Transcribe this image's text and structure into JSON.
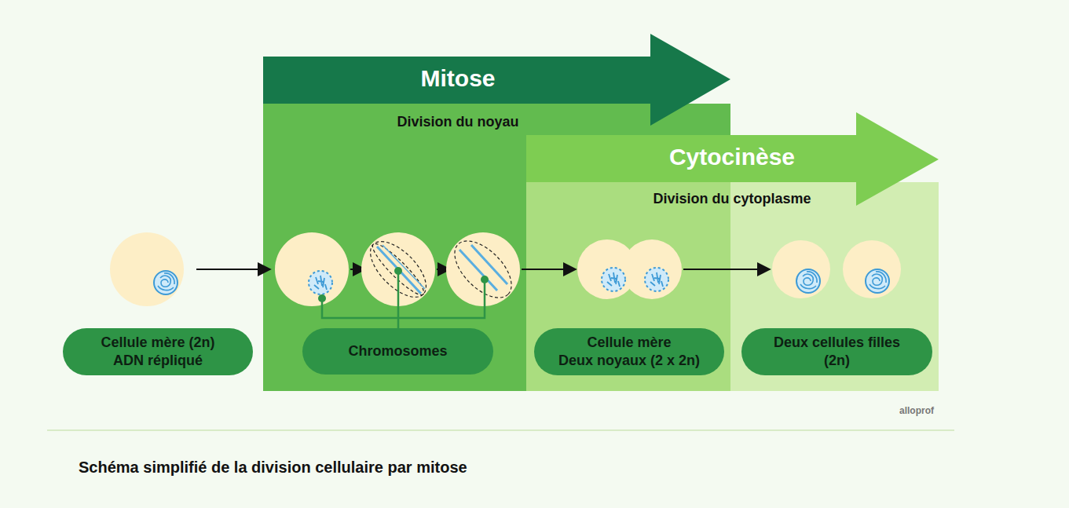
{
  "diagram": {
    "caption": "Schéma simplifié de la division cellulaire par mitose",
    "nodes": [
      {
        "text": [
          "Cellule mère (2n)",
          "ADN répliqué"
        ]
      },
      {
        "text": [
          "Mitose",
          "Division du noyau"
        ]
      },
      {
        "text": [
          "Chromosomes"
        ],
        "in": 1
      },
      {
        "text": [
          "Cytocinèse",
          "Division du cytoplasme"
        ]
      },
      {
        "text": [
          "Cellule mère",
          "Deux noyaux (2 x 2n)"
        ],
        "in": 3
      },
      {
        "text": [
          "Deux cellules filles",
          "(2n)"
        ],
        "in": 3
      }
    ],
    "labels": [
      "alloprof"
    ]
  }
}
